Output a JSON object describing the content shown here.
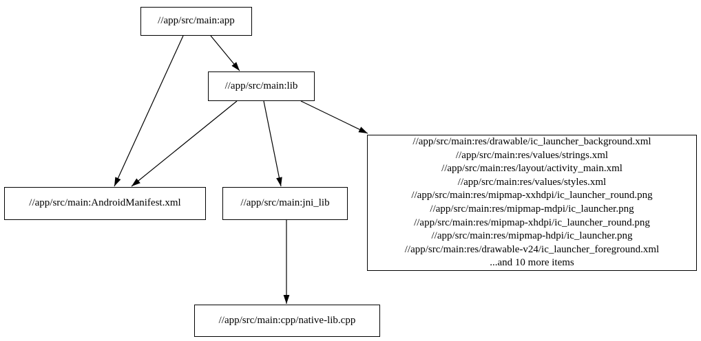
{
  "diagram": {
    "type": "dependency-graph",
    "background_color": "#ffffff",
    "node_border_color": "#000000",
    "edge_color": "#000000",
    "nodes": {
      "app": {
        "label": "//app/src/main:app"
      },
      "lib": {
        "label": "//app/src/main:lib"
      },
      "manifest": {
        "label": "//app/src/main:AndroidManifest.xml"
      },
      "jni_lib": {
        "label": "//app/src/main:jni_lib"
      },
      "res_group": {
        "lines": [
          "//app/src/main:res/drawable/ic_launcher_background.xml",
          "//app/src/main:res/values/strings.xml",
          "//app/src/main:res/layout/activity_main.xml",
          "//app/src/main:res/values/styles.xml",
          "//app/src/main:res/mipmap-xxhdpi/ic_launcher_round.png",
          "//app/src/main:res/mipmap-mdpi/ic_launcher.png",
          "//app/src/main:res/mipmap-xhdpi/ic_launcher_round.png",
          "//app/src/main:res/mipmap-hdpi/ic_launcher.png",
          "//app/src/main:res/drawable-v24/ic_launcher_foreground.xml",
          "...and 10 more items"
        ]
      },
      "native_lib": {
        "label": "//app/src/main:cpp/native-lib.cpp"
      }
    },
    "edges": [
      {
        "from": "app",
        "to": "manifest"
      },
      {
        "from": "app",
        "to": "lib"
      },
      {
        "from": "lib",
        "to": "manifest"
      },
      {
        "from": "lib",
        "to": "jni_lib"
      },
      {
        "from": "lib",
        "to": "res_group"
      },
      {
        "from": "jni_lib",
        "to": "native_lib"
      }
    ]
  }
}
